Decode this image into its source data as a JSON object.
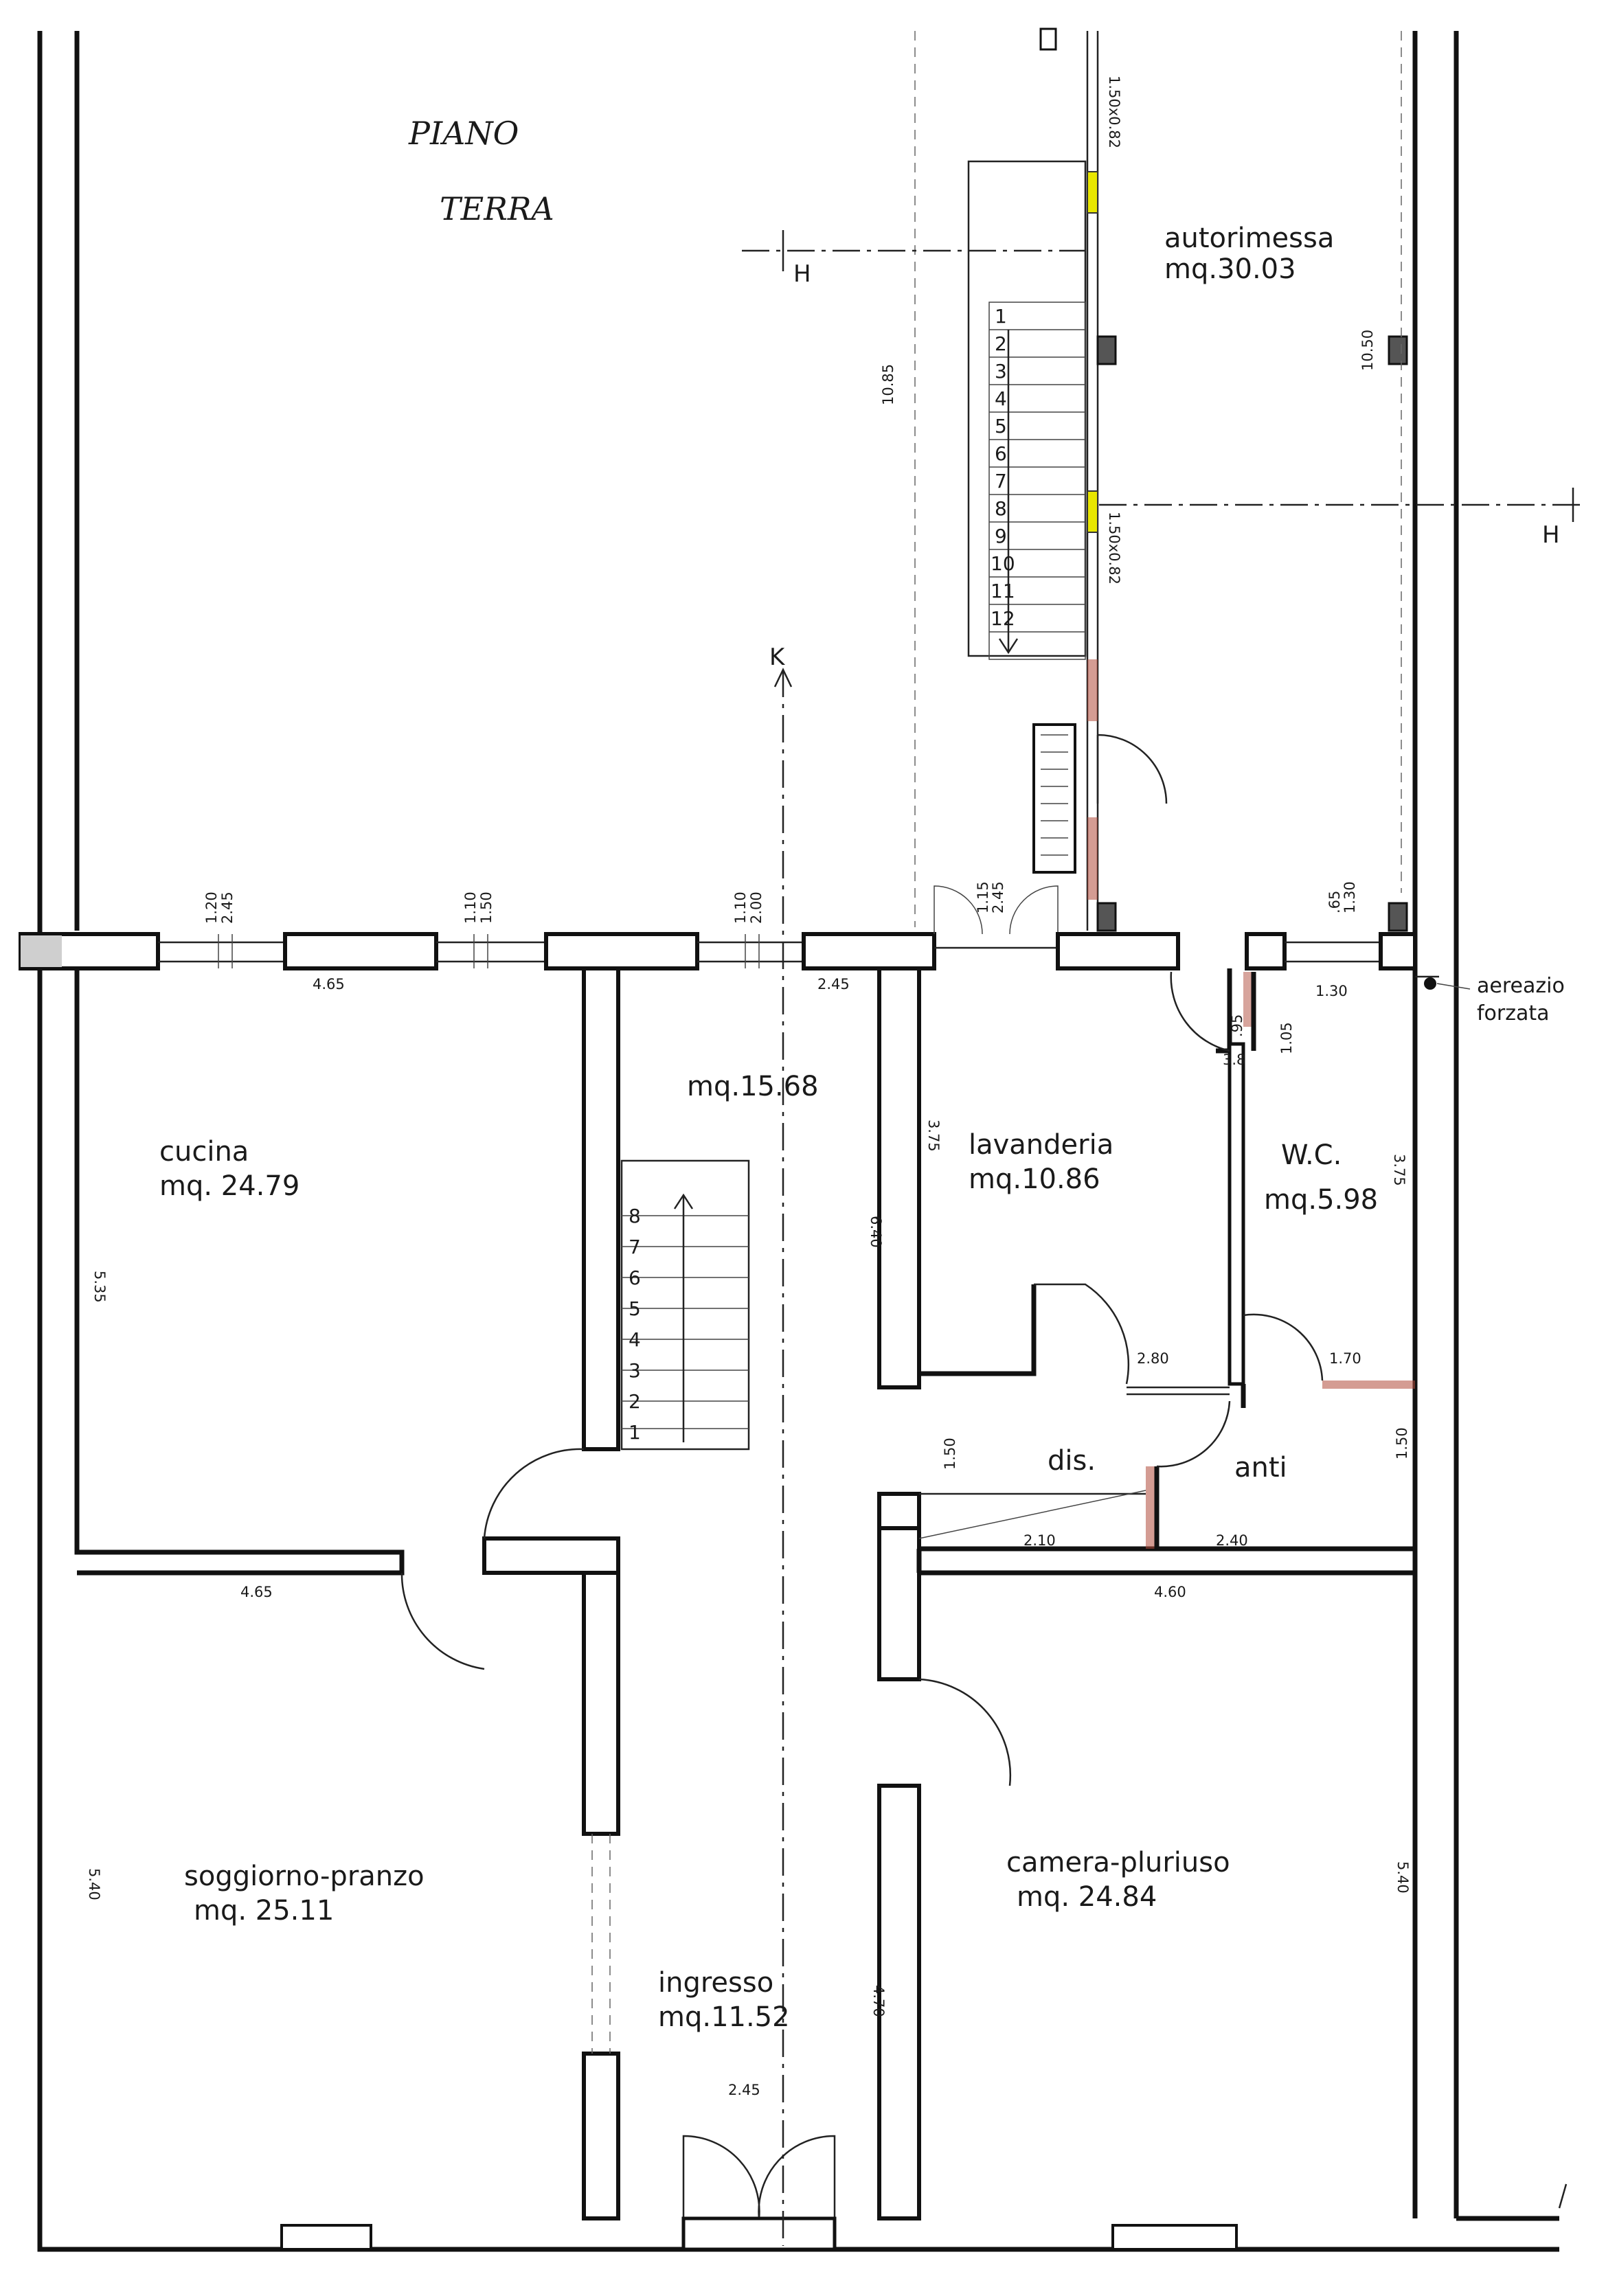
{
  "title": {
    "line1": "PIANO",
    "line2": "TERRA"
  },
  "rooms": {
    "autorimessa": {
      "name": "autorimessa",
      "area": "mq.30.03"
    },
    "cucina": {
      "name": "cucina",
      "area": "mq. 24.79"
    },
    "corridoio": {
      "area": "mq.15.68"
    },
    "lavanderia": {
      "name": "lavanderia",
      "area": "mq.10.86"
    },
    "wc": {
      "name": "W.C.",
      "area": "mq.5.98"
    },
    "dis": {
      "name": "dis."
    },
    "anti": {
      "name": "anti"
    },
    "soggiorno": {
      "name": "soggiorno-pranzo",
      "area": "mq. 25.11"
    },
    "camera": {
      "name": "camera-pluriuso",
      "area": "mq. 24.84"
    },
    "ingresso": {
      "name": "ingresso",
      "area": "mq.11.52"
    }
  },
  "ventilation": {
    "line1": "aereazio",
    "line2": "forzata"
  },
  "section_marks": {
    "h_left": "H",
    "h_right": "H",
    "k": "K"
  },
  "stairs": {
    "upper_steps": [
      "1",
      "2",
      "3",
      "4",
      "5",
      "6",
      "7",
      "8",
      "9",
      "10",
      "11",
      "12"
    ],
    "lower_steps": [
      "1",
      "2",
      "3",
      "4",
      "5",
      "6",
      "7",
      "8"
    ]
  },
  "dimensions": {
    "w_cucina_top": "4.65",
    "w_corr_top": "2.45",
    "w_anti_top": "1.30",
    "w_lav": "2.80",
    "w_anti": "1.70",
    "w_dis": "2.10",
    "w_anti_bottom": "2.40",
    "w_sogg": "4.65",
    "w_camera": "4.60",
    "w_ingresso": "2.45",
    "h_cucina": "5.35",
    "h_corr": "6.40",
    "h_lav": "3.75",
    "h_wc": "3.75",
    "h_sogg": "5.40",
    "h_camera": "5.40",
    "h_ingresso": "4.70",
    "h_dis": "1.50",
    "h_anti": "1.50",
    "h_garage": "10.85",
    "h_garage_r": "10.50",
    "win1_a": "1.20",
    "win1_b": "2.45",
    "win2_a": "1.10",
    "win2_b": "1.50",
    "win3_a": "1.10",
    "win3_b": "2.00",
    "door_a": "1.15",
    "door_b": "2.45",
    "win4_a": ".65",
    "win4_b": "1.30",
    "wc_a": ".95",
    "wc_b": "1.05",
    "wc_c": "3.8",
    "garage_win_top": "1.50x0.82",
    "garage_win_mid": "1.50x0.82"
  },
  "colors": {
    "wall": "#111111",
    "window_glass": "#e8e600",
    "door_red": "#b04a3a"
  }
}
